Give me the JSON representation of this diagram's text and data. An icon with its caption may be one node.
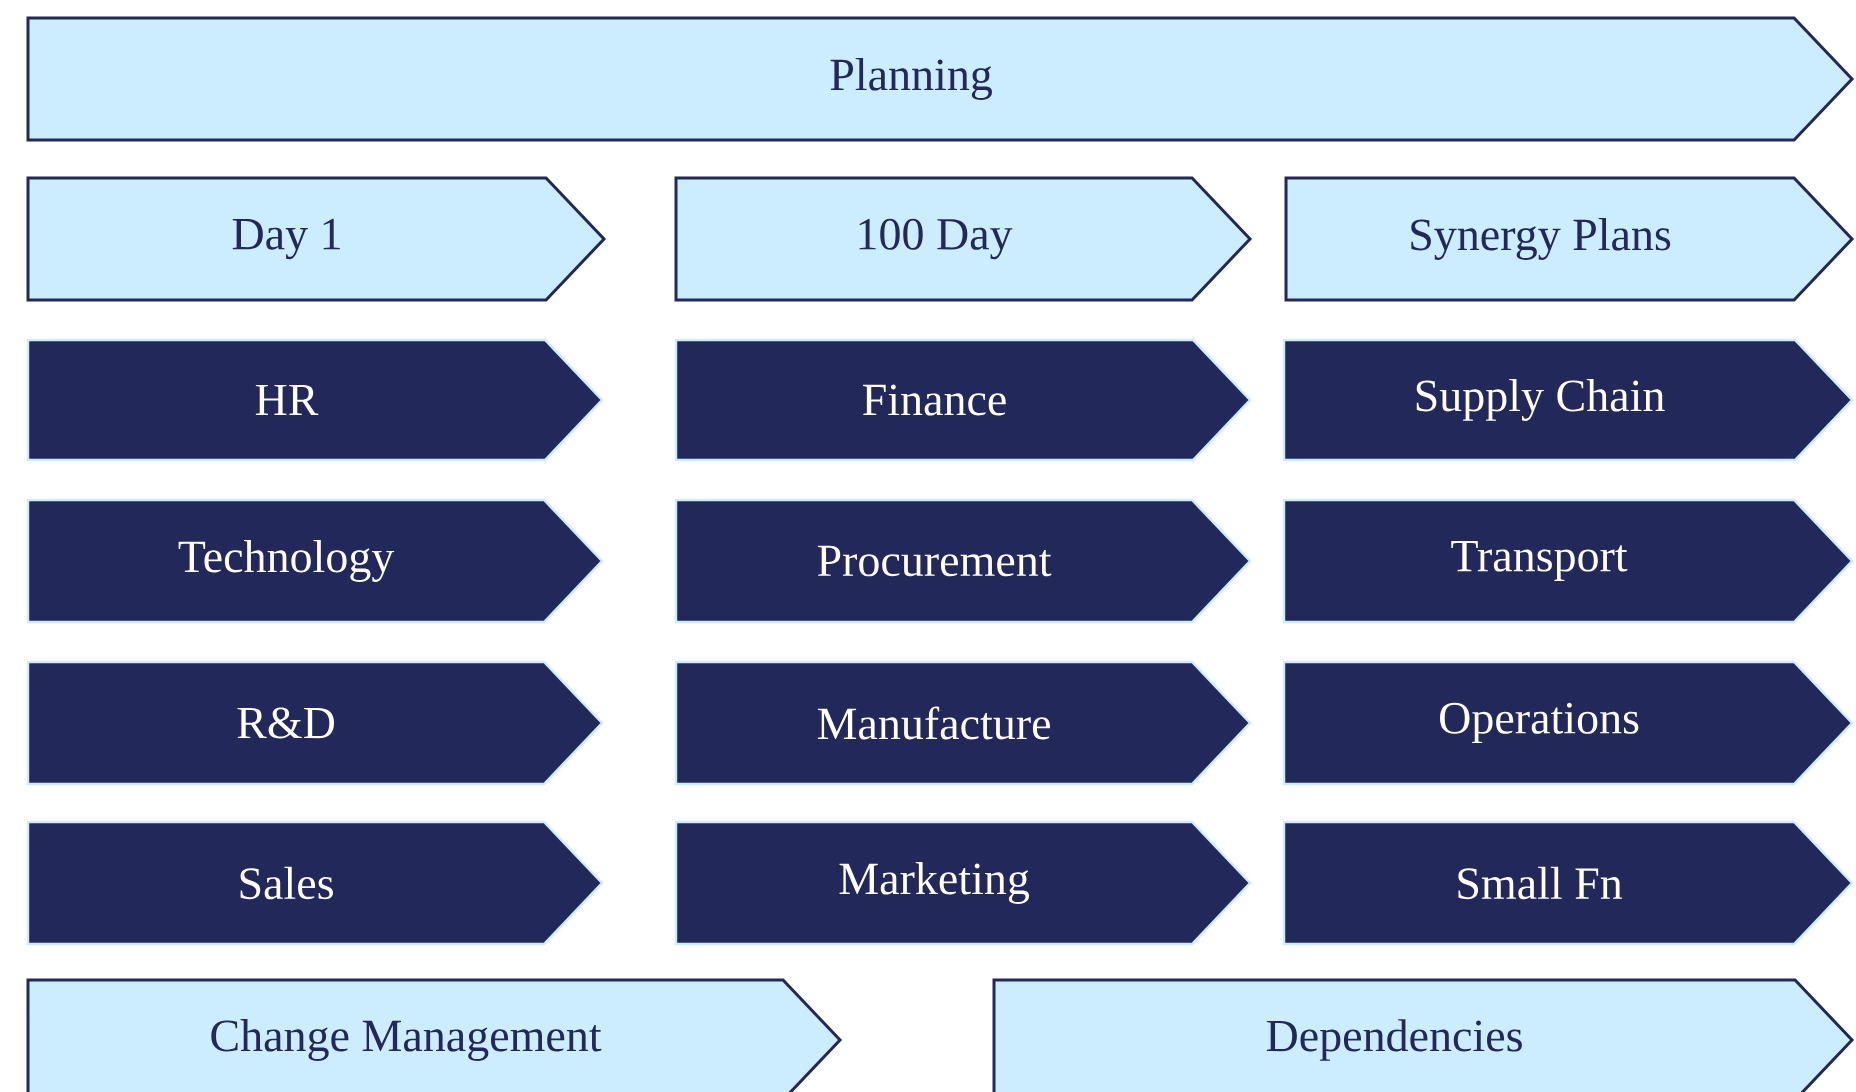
{
  "diagram": {
    "nodes": [
      {
        "text": [
          "Planning"
        ]
      },
      {
        "text": [
          "Day 1"
        ]
      },
      {
        "text": [
          "100 Day"
        ]
      },
      {
        "text": [
          "Synergy Plans"
        ]
      },
      {
        "text": [
          "HR"
        ]
      },
      {
        "text": [
          "Finance"
        ]
      },
      {
        "text": [
          "Supply Chain"
        ]
      },
      {
        "text": [
          "Technology"
        ]
      },
      {
        "text": [
          "Procurement"
        ]
      },
      {
        "text": [
          "Transport"
        ]
      },
      {
        "text": [
          "R&D"
        ]
      },
      {
        "text": [
          "Manufacture"
        ]
      },
      {
        "text": [
          "Operations"
        ]
      },
      {
        "text": [
          "Sales"
        ]
      },
      {
        "text": [
          "Marketing"
        ]
      },
      {
        "text": [
          "Small Fn"
        ]
      },
      {
        "text": [
          "Change Management"
        ]
      },
      {
        "text": [
          "Dependencies"
        ]
      }
    ]
  }
}
